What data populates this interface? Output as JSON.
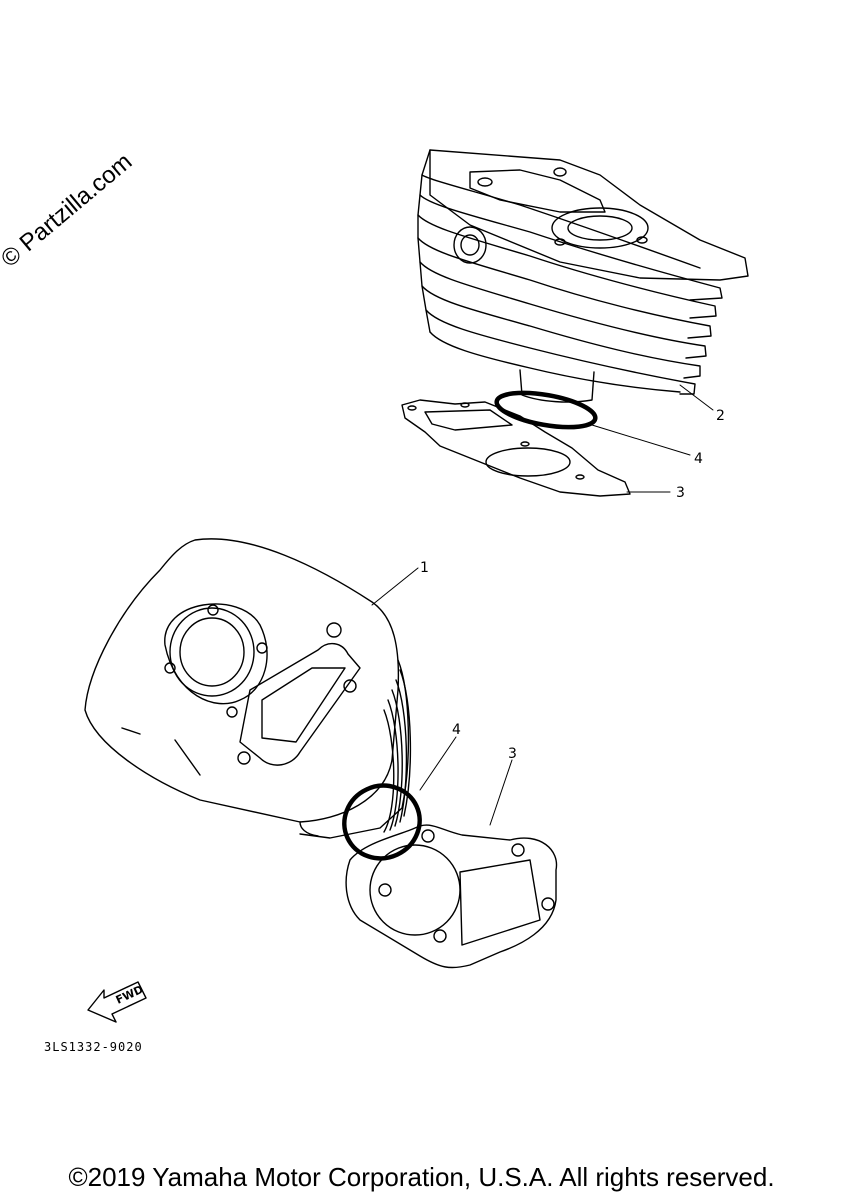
{
  "watermark": "© Partzilla.com",
  "fwd_label": "FWD",
  "diagram_code": "3LS1332-9020",
  "copyright": "©2019 Yamaha Motor Corporation, U.S.A. All rights reserved.",
  "callouts": {
    "cylinder_bottom": "2",
    "o_ring_top": "4",
    "gasket_top": "3",
    "cylinder_top": "1",
    "o_ring_bottom": "4",
    "gasket_bottom": "3"
  }
}
